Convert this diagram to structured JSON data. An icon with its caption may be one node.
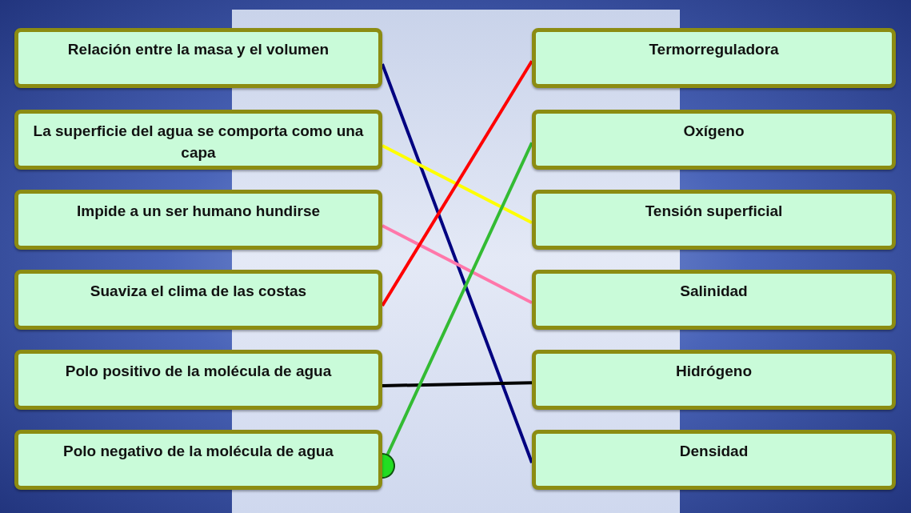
{
  "diagram": {
    "nodes": [
      {
        "text": [
          "Relación entre la masa y el volumen"
        ]
      },
      {
        "text": [
          "Termorreguladora"
        ]
      },
      {
        "text": [
          "La superficie del agua se comporta como una capa"
        ]
      },
      {
        "text": [
          "Oxígeno"
        ]
      },
      {
        "text": [
          "Impide a un ser humano hundirse"
        ]
      },
      {
        "text": [
          "Tensión superficial"
        ]
      },
      {
        "text": [
          "Suaviza el clima de las costas"
        ]
      },
      {
        "text": [
          "Salinidad"
        ]
      },
      {
        "text": [
          "Polo positivo de la molécula de agua"
        ]
      },
      {
        "text": [
          "Hidrógeno"
        ]
      },
      {
        "text": [
          "Polo negativo de la molécula de agua"
        ]
      },
      {
        "text": [
          "Densidad"
        ]
      }
    ],
    "edges": [
      {
        "from": 0,
        "to": 11,
        "arrow": "none",
        "color": "#000080"
      },
      {
        "from": 2,
        "to": 5,
        "arrow": "none",
        "color": "#ffff00"
      },
      {
        "from": 4,
        "to": 7,
        "arrow": "none",
        "color": "#ff77aa"
      },
      {
        "from": 6,
        "to": 1,
        "arrow": "none",
        "color": "#ff0000"
      },
      {
        "from": 8,
        "to": 9,
        "arrow": "none",
        "color": "#000000"
      },
      {
        "from": 10,
        "to": 3,
        "arrow": "other",
        "color": "#33bb33"
      }
    ]
  }
}
